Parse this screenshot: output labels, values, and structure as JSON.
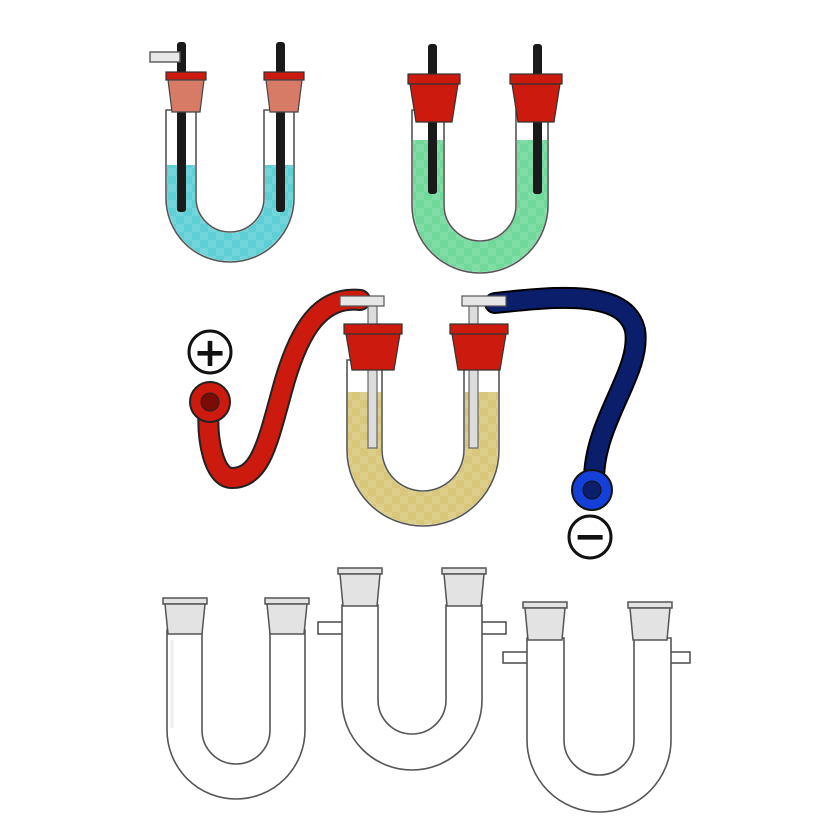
{
  "colors": {
    "background": "#ffffff",
    "liquid_cyan": "#5fcfd6",
    "liquid_green": "#6fd89a",
    "liquid_yellow": "#d8c77a",
    "stopper_salmon": "#d77a66",
    "stopper_red": "#cc1a0e",
    "electrode_black": "#1a1a1a",
    "wire_positive": "#cc1a0e",
    "wire_negative": "#0b1e6b",
    "terminal_positive": "#cc1a0e",
    "terminal_negative": "#1440d8",
    "glass_outline": "#555555"
  },
  "signs": {
    "positive": "+",
    "negative": "−"
  },
  "figures": [
    {
      "name": "u-tube-cyan",
      "liquid": "cyan",
      "stoppers": "salmon",
      "electrodes": true,
      "side_tap": true
    },
    {
      "name": "u-tube-green",
      "liquid": "green",
      "stoppers": "red",
      "electrodes": true
    },
    {
      "name": "u-tube-electrolysis",
      "liquid": "yellow",
      "stoppers": "red",
      "electrodes": true,
      "wired": true
    },
    {
      "name": "u-tube-empty-plain",
      "liquid": "none",
      "stoppers": "ground-joint"
    },
    {
      "name": "u-tube-empty-side-arms",
      "liquid": "none",
      "stoppers": "ground-joint",
      "side_arms": true
    },
    {
      "name": "u-tube-empty-side-arms-low",
      "liquid": "none",
      "stoppers": "ground-joint",
      "side_arms": true
    }
  ]
}
